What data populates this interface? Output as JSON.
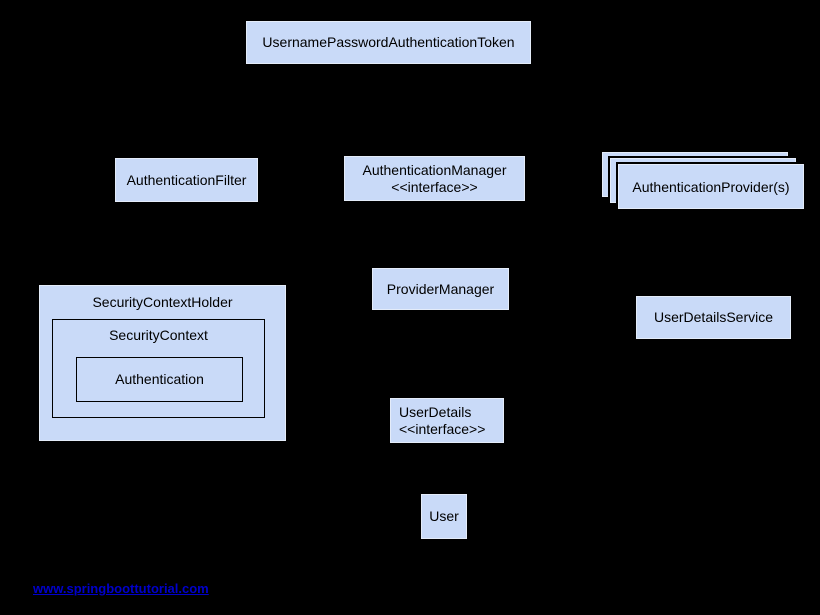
{
  "diagram": {
    "background_color": "#000000",
    "box_fill_color": "#c9daf8",
    "link_color": "#0000cc",
    "boxes": {
      "token": "UsernamePasswordAuthenticationToken",
      "auth_filter": "AuthenticationFilter",
      "auth_manager": {
        "line1": "AuthenticationManager",
        "line2": "<<interface>>"
      },
      "auth_providers": "AuthenticationProvider(s)",
      "provider_manager": "ProviderManager",
      "user_details_service": "UserDetailsService",
      "security_context_holder": "SecurityContextHolder",
      "security_context": "SecurityContext",
      "authentication": "Authentication",
      "user_details": {
        "line1": "UserDetails",
        "line2": "<<interface>>"
      },
      "user": "User"
    },
    "footer": {
      "link_text": "www.springboottutorial.com"
    }
  }
}
